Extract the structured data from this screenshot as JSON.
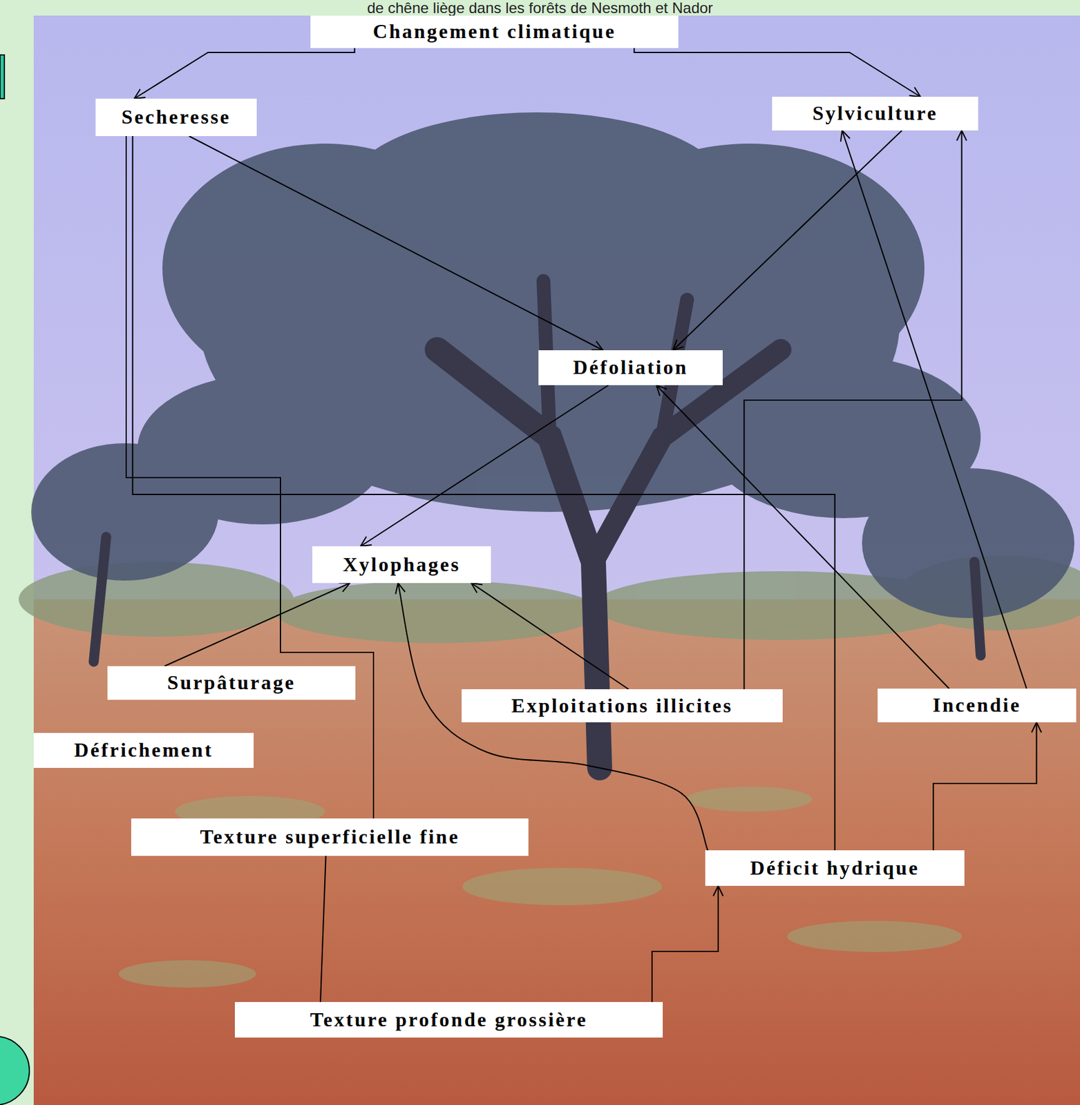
{
  "diagram": {
    "title": "de chêne liège dans les forêts de Nesmoth et Nador",
    "nodes": [
      {
        "text": [
          "Changement climatique"
        ]
      },
      {
        "text": [
          "Secheresse"
        ]
      },
      {
        "text": [
          "Sylviculture"
        ]
      },
      {
        "text": [
          "Défoliation"
        ]
      },
      {
        "text": [
          "Xylophages"
        ]
      },
      {
        "text": [
          "Surpâturage"
        ]
      },
      {
        "text": [
          "Exploitations illicites"
        ]
      },
      {
        "text": [
          "Incendie"
        ]
      },
      {
        "text": [
          "Défrichement"
        ]
      },
      {
        "text": [
          "Texture superficielle fine"
        ]
      },
      {
        "text": [
          "Déficit hydrique"
        ]
      },
      {
        "text": [
          "Texture profonde grossière"
        ]
      }
    ],
    "edges": [
      {
        "from": 0,
        "to": 1,
        "arrow": "to"
      },
      {
        "from": 0,
        "to": 2,
        "arrow": "to"
      },
      {
        "from": 1,
        "to": 3,
        "arrow": "to"
      },
      {
        "from": 2,
        "to": 3,
        "arrow": "to"
      },
      {
        "from": 3,
        "to": 4,
        "arrow": "to"
      },
      {
        "from": 5,
        "to": 4,
        "arrow": "to"
      },
      {
        "from": 6,
        "to": 4,
        "arrow": "to"
      },
      {
        "from": 6,
        "to": 2,
        "arrow": "to"
      },
      {
        "from": 7,
        "to": 3,
        "arrow": "to"
      },
      {
        "from": 7,
        "to": 2,
        "arrow": "to"
      },
      {
        "from": 10,
        "to": 4,
        "arrow": "to"
      },
      {
        "from": 10,
        "to": 7,
        "arrow": "to"
      },
      {
        "from": 11,
        "to": 10,
        "arrow": "to"
      },
      {
        "from": 9,
        "to": 11,
        "arrow": "none"
      },
      {
        "from": 1,
        "to": 9,
        "arrow": "none"
      },
      {
        "from": 1,
        "to": 10,
        "arrow": "none"
      }
    ]
  }
}
